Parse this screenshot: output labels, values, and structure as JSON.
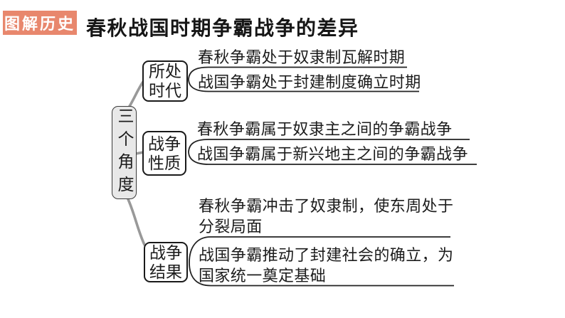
{
  "header": {
    "badge_label": "图解历史",
    "title": "春秋战国时期争霸战争的差异"
  },
  "diagram": {
    "root_label": "三个角度",
    "branches": [
      {
        "label_lines": [
          "所处",
          "时代"
        ],
        "items": [
          {
            "lines": [
              "春秋争霸处于奴隶制瓦解时期"
            ]
          },
          {
            "lines": [
              "战国争霸处于封建制度确立时期"
            ]
          }
        ]
      },
      {
        "label_lines": [
          "战争",
          "性质"
        ],
        "items": [
          {
            "lines": [
              "春秋争霸属于奴隶主之间的争霸战争"
            ]
          },
          {
            "lines": [
              "战国争霸属于新兴地主之间的争霸战争"
            ]
          }
        ]
      },
      {
        "label_lines": [
          "战争",
          "结果"
        ],
        "items": [
          {
            "lines": [
              "春秋争霸冲击了奴隶制，使东周处于",
              "分裂局面"
            ]
          },
          {
            "lines": [
              "战国争霸推动了封建社会的确立，为",
              "国家统一奠定基础"
            ]
          }
        ]
      }
    ]
  },
  "colors": {
    "badge_bg": "#e8876d",
    "badge_fg": "#ffffff",
    "title_fg": "#161616",
    "root_node_fill": "#e8e8e8",
    "root_node_border": "#3a3a3a",
    "branch_box_border": "#1a1a1a",
    "connector_gray": "#999999",
    "bracket_black": "#222222",
    "text": "#1c1c1c",
    "background": "#ffffff"
  }
}
